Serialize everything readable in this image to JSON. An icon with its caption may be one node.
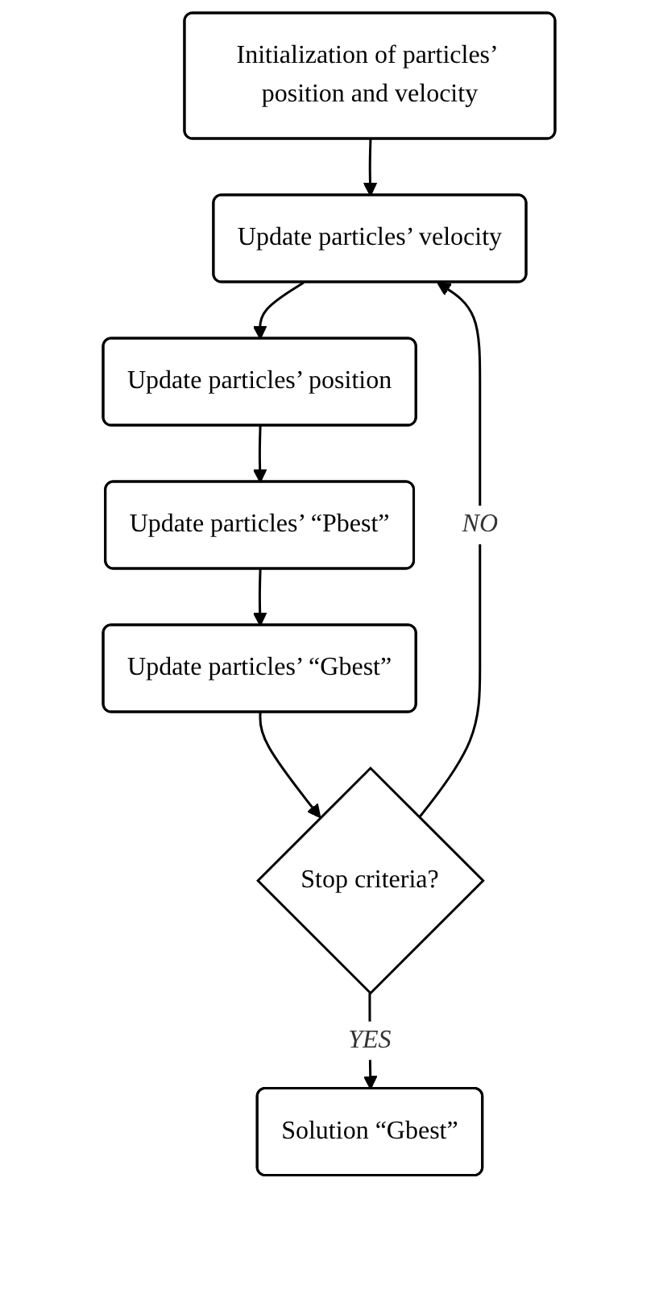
{
  "diagram": {
    "nodes": [
      {
        "text": [
          "Initialization of particles’ position and velocity"
        ]
      },
      {
        "text": [
          "Update particles’ velocity"
        ]
      },
      {
        "text": [
          "Update particles’ position"
        ]
      },
      {
        "text": [
          "Update particles’ “Pbest”"
        ]
      },
      {
        "text": [
          "Update particles’ “Gbest”"
        ]
      },
      {
        "text": [
          "Stop criteria?"
        ]
      },
      {
        "text": [
          "Solution “Gbest”"
        ]
      }
    ],
    "edges": [
      {
        "from": 0,
        "to": 1,
        "arrow": "to"
      },
      {
        "from": 1,
        "to": 2,
        "arrow": "to"
      },
      {
        "from": 2,
        "to": 3,
        "arrow": "to"
      },
      {
        "from": 3,
        "to": 4,
        "arrow": "to"
      },
      {
        "from": 4,
        "to": 5,
        "arrow": "to"
      },
      {
        "from": 5,
        "to": 1,
        "arrow": "to",
        "label": "NO"
      },
      {
        "from": 5,
        "to": 6,
        "arrow": "to",
        "label": "YES"
      }
    ]
  }
}
